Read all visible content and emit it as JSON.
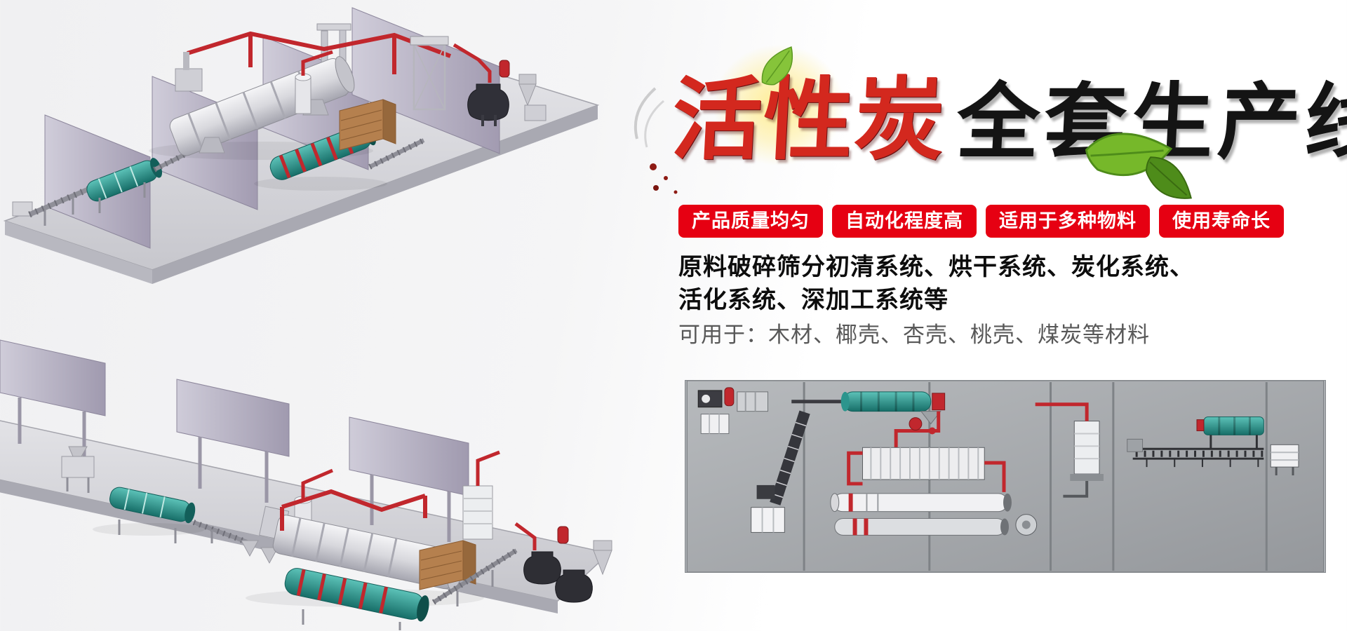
{
  "page": {
    "title": "活性炭全套生产线"
  },
  "hero": {
    "title_red": "活性炭",
    "title_black": "全套生产线",
    "badges": [
      "产品质量均匀",
      "自动化程度高",
      "适用于多种物料",
      "使用寿命长"
    ],
    "systems_line1": "原料破碎筛分初清系统、烘干系统、炭化系统、",
    "systems_line2": "活化系统、深加工系统等",
    "materials_line": "可用于：木材、椰壳、杏壳、桃壳、煤炭等材料"
  },
  "colors": {
    "accent_red": "#e60012",
    "title_red": "#d3281e",
    "title_black": "#141414",
    "leaf_green": "#76b82a",
    "machine_teal": "#2fa79e",
    "pipe_red": "#c1272d"
  }
}
